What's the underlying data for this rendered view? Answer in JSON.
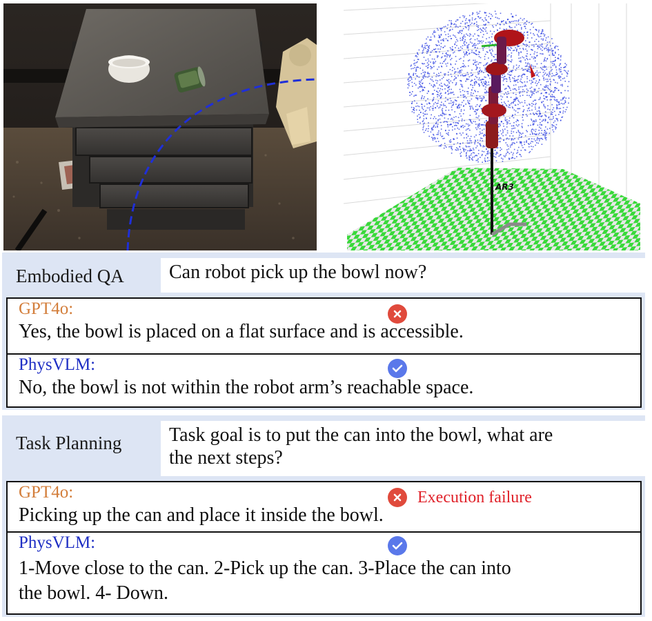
{
  "images": {
    "photo": {
      "icon": "scene-photo",
      "content": "bedside cabinet with bowl and can"
    },
    "simulation": {
      "label": "AR3",
      "icon": "robot-arm-workspace"
    }
  },
  "embodied_qa": {
    "label": "Embodied QA",
    "question": "Can robot pick up the bowl now?",
    "gpt": {
      "model": "GPT4o:",
      "status": "incorrect",
      "answer": "Yes, the bowl is placed on a flat surface and is accessible."
    },
    "phys": {
      "model": "PhysVLM:",
      "status": "correct",
      "answer": "No, the bowl is not within the robot arm’s reachable space."
    }
  },
  "task_planning": {
    "label": "Task Planning",
    "question_line1": "Task goal is to put the can into the bowl, what are",
    "question_line2": "the next steps?",
    "gpt": {
      "model": "GPT4o:",
      "status": "incorrect",
      "note": "Execution failure",
      "answer": "Picking up the can and place it inside the bowl."
    },
    "phys": {
      "model": "PhysVLM:",
      "status": "correct",
      "answer_line1": "1-Move close to the can. 2-Pick up the can. 3-Place the can into",
      "answer_line2": "the bowl. 4- Down."
    }
  },
  "colors": {
    "panel_bg": "#dde5f4",
    "gpt_label": "#d37e3b",
    "phys_label": "#1f2fc4",
    "wrong_icon": "#e04a3c",
    "correct_icon": "#5a78ea",
    "failure_text": "#e0222a",
    "workspace_points": "#2438e0",
    "floor_green": "#39d93a"
  }
}
